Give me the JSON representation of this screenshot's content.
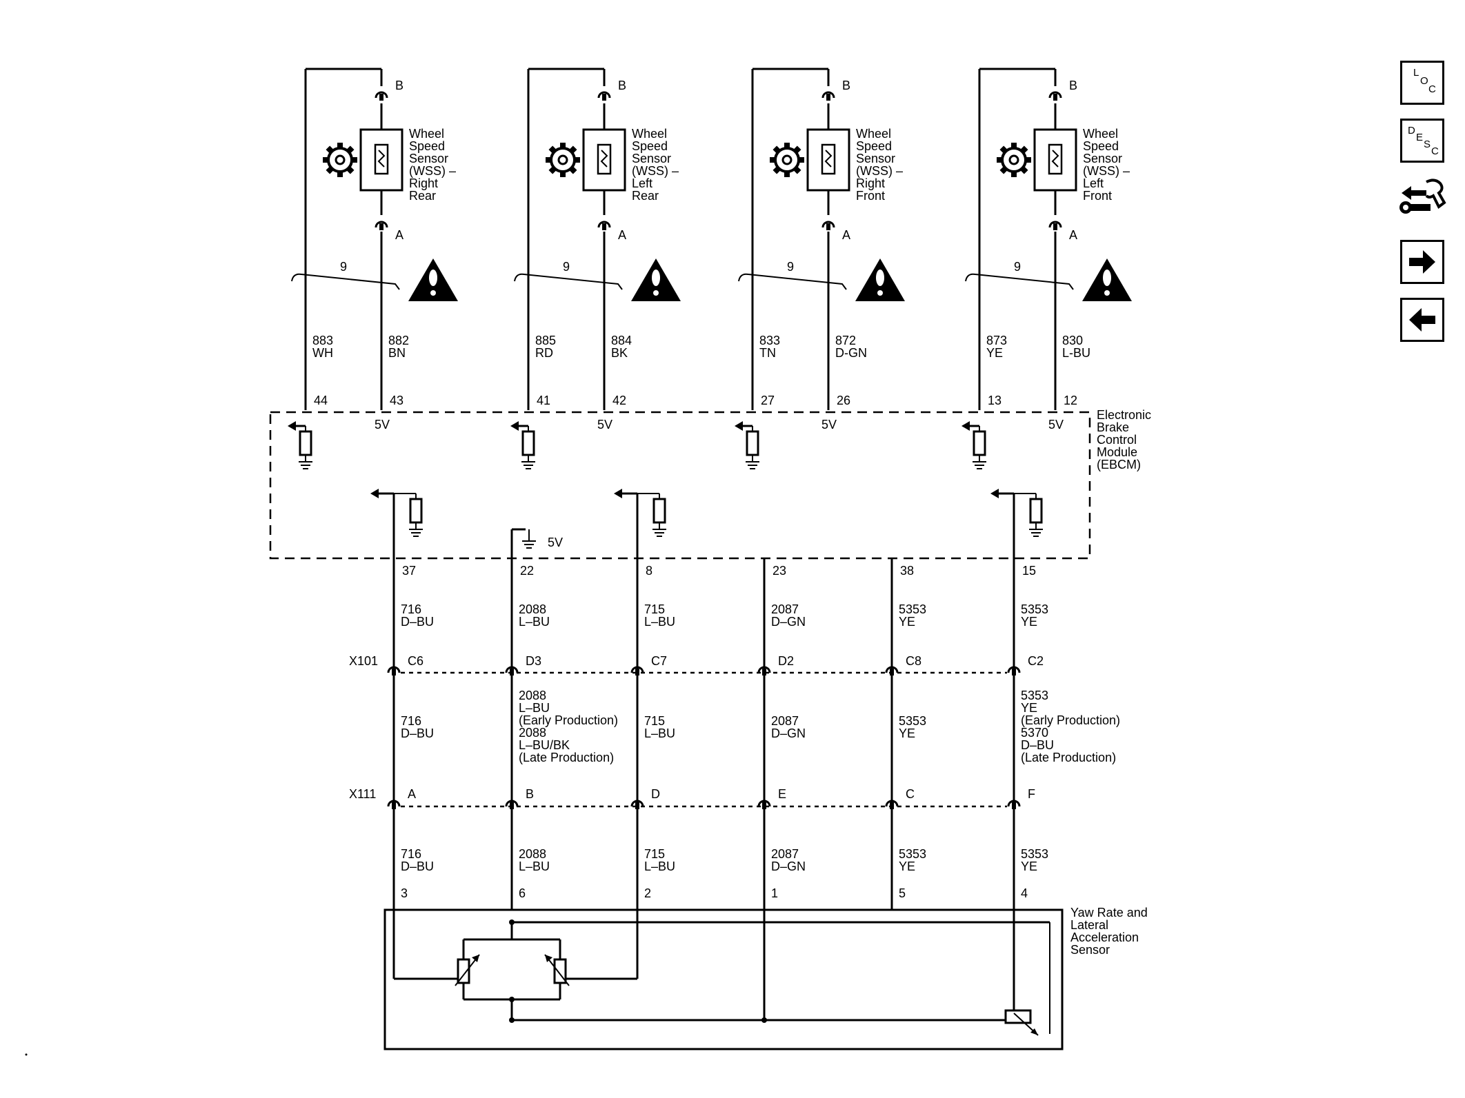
{
  "sensors": [
    {
      "connector_top": "B",
      "connector_bottom": "A",
      "label_lines": [
        "Wheel",
        "Speed",
        "Sensor",
        "(WSS) –",
        "Right",
        "Rear"
      ],
      "twist": "9",
      "wire_left": {
        "circuit": "883",
        "color": "WH"
      },
      "wire_right": {
        "circuit": "882",
        "color": "BN"
      },
      "pin_left": "44",
      "pin_right": "43",
      "voltage": "5V"
    },
    {
      "connector_top": "B",
      "connector_bottom": "A",
      "label_lines": [
        "Wheel",
        "Speed",
        "Sensor",
        "(WSS) –",
        "Left",
        "Rear"
      ],
      "twist": "9",
      "wire_left": {
        "circuit": "885",
        "color": "RD"
      },
      "wire_right": {
        "circuit": "884",
        "color": "BK"
      },
      "pin_left": "41",
      "pin_right": "42",
      "voltage": "5V"
    },
    {
      "connector_top": "B",
      "connector_bottom": "A",
      "label_lines": [
        "Wheel",
        "Speed",
        "Sensor",
        "(WSS) –",
        "Right",
        "Front"
      ],
      "twist": "9",
      "wire_left": {
        "circuit": "833",
        "color": "TN"
      },
      "wire_right": {
        "circuit": "872",
        "color": "D-GN"
      },
      "pin_left": "27",
      "pin_right": "26",
      "voltage": "5V"
    },
    {
      "connector_top": "B",
      "connector_bottom": "A",
      "label_lines": [
        "Wheel",
        "Speed",
        "Sensor",
        "(WSS) –",
        "Left",
        "Front"
      ],
      "twist": "9",
      "wire_left": {
        "circuit": "873",
        "color": "YE"
      },
      "wire_right": {
        "circuit": "830",
        "color": "L-BU"
      },
      "pin_left": "13",
      "pin_right": "12",
      "voltage": "5V"
    }
  ],
  "ebcm": {
    "label_lines": [
      "Electronic",
      "Brake",
      "Control",
      "Module",
      "(EBCM)"
    ],
    "internal_voltage": "5V"
  },
  "lower_circuits": [
    {
      "ebcm_pin": "37",
      "w1": [
        "716",
        "D–BU"
      ],
      "x101": "C6",
      "w2": [
        "716",
        "D–BU"
      ],
      "x111": "A",
      "w3": [
        "716",
        "D–BU"
      ],
      "sensor_pin": "3"
    },
    {
      "ebcm_pin": "22",
      "w1": [
        "2088",
        "L–BU"
      ],
      "x101": "D3",
      "w2": [
        "2088",
        "L–BU",
        "(Early Production)",
        "2088",
        "L–BU/BK",
        "(Late Production)"
      ],
      "x111": "B",
      "w3": [
        "2088",
        "L–BU"
      ],
      "sensor_pin": "6"
    },
    {
      "ebcm_pin": "8",
      "w1": [
        "715",
        "L–BU"
      ],
      "x101": "C7",
      "w2": [
        "715",
        "L–BU"
      ],
      "x111": "D",
      "w3": [
        "715",
        "L–BU"
      ],
      "sensor_pin": "2"
    },
    {
      "ebcm_pin": "23",
      "w1": [
        "2087",
        "D–GN"
      ],
      "x101": "D2",
      "w2": [
        "2087",
        "D–GN"
      ],
      "x111": "E",
      "w3": [
        "2087",
        "D–GN"
      ],
      "sensor_pin": "1"
    },
    {
      "ebcm_pin": "38",
      "w1": [
        "5353",
        "YE"
      ],
      "x101": "C8",
      "w2": [
        "5353",
        "YE"
      ],
      "x111": "C",
      "w3": [
        "5353",
        "YE"
      ],
      "sensor_pin": "5"
    },
    {
      "ebcm_pin": "15",
      "w1": [
        "5353",
        "YE"
      ],
      "x101": "C2",
      "w2": [
        "5353",
        "YE",
        "(Early Production)",
        "5370",
        "D–BU",
        "(Late Production)"
      ],
      "x111": "F",
      "w3": [
        "5353",
        "YE"
      ],
      "sensor_pin": "4"
    }
  ],
  "connectors": {
    "x101": "X101",
    "x111": "X111"
  },
  "yaw_sensor": {
    "label_lines": [
      "Yaw Rate and",
      "Lateral",
      "Acceleration",
      "Sensor"
    ]
  },
  "nav": {
    "loc": [
      "L",
      "O",
      "C"
    ],
    "desc": [
      "D",
      "E",
      "S",
      "C"
    ]
  },
  "icons": [
    "gear-icon",
    "warning-icon",
    "tools-icon",
    "arrow-right-icon",
    "arrow-left-icon"
  ]
}
